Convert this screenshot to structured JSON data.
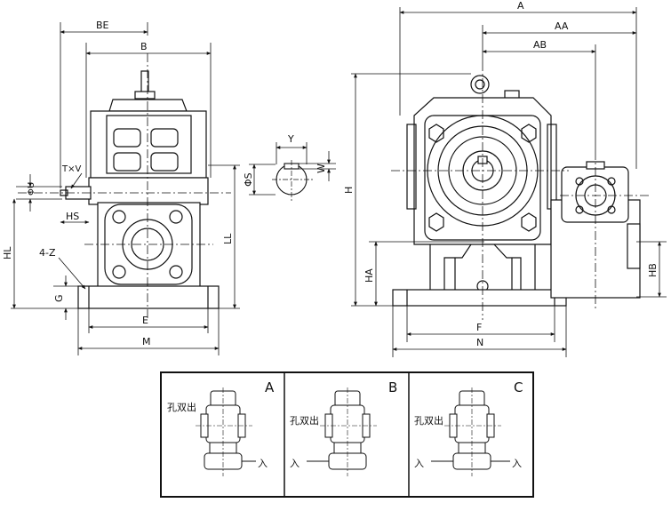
{
  "front_view": {
    "labels": {
      "be": "BE",
      "b": "B",
      "txv": "T×V",
      "phi_u": "ΦU",
      "hs": "HS",
      "hl": "HL",
      "four_z": "4-Z",
      "g": "G",
      "ll": "LL",
      "e": "E",
      "m": "M"
    }
  },
  "shaft_detail": {
    "labels": {
      "y": "Y",
      "phi_s": "ΦS",
      "w": "W"
    }
  },
  "side_view": {
    "labels": {
      "a": "A",
      "aa": "AA",
      "ab": "AB",
      "h": "H",
      "ha": "HA",
      "hb": "HB",
      "f": "F",
      "n": "N"
    }
  },
  "assembly_panels": [
    {
      "letter": "A",
      "output_text": "孔双出",
      "input_right": "入"
    },
    {
      "letter": "B",
      "output_text": "孔双出",
      "input_left": "入"
    },
    {
      "letter": "C",
      "output_text": "孔双出",
      "input_left": "入",
      "input_right": "入"
    }
  ]
}
